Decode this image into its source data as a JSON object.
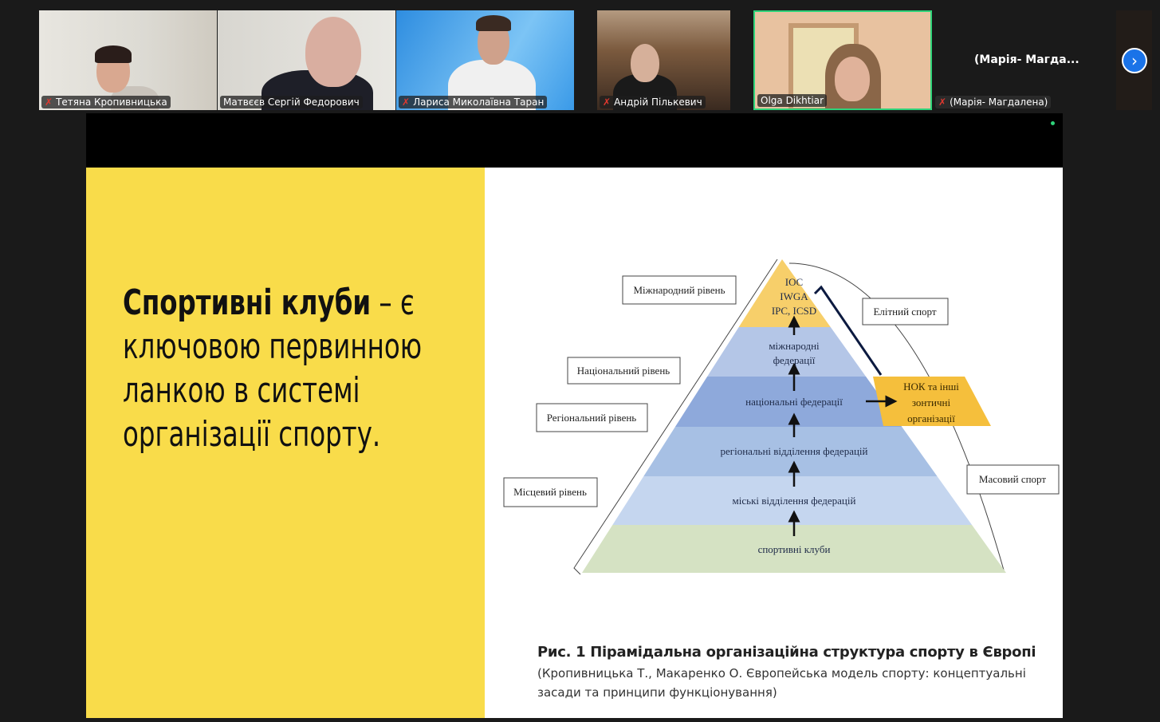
{
  "participants": [
    {
      "name": "Тетяна Кропивницька",
      "muted": true
    },
    {
      "name": "Матвєєв Сергій Федорович",
      "muted": false
    },
    {
      "name": "Лариса Миколаївна Таран",
      "muted": true
    },
    {
      "name": "Андрій Пількевич",
      "muted": true
    },
    {
      "name": "Olga Dikhtiar",
      "muted": false,
      "active_speaker": true
    },
    {
      "name": "(Марія- Магдалена)",
      "display": "(Марія-  Магда...",
      "muted": true
    }
  ],
  "next_page_icon": "chevron-right-icon",
  "colors": {
    "accent": "#f9dc4a",
    "active_border": "#2fd37a",
    "next_button": "#1a73e8"
  },
  "slide": {
    "headline_bold": "Спортивні клуби",
    "headline_rest": " – є ключовою первинною ланкою в системі організації спорту.",
    "diagram": {
      "levels": [
        "Міжнародний рівень",
        "Національний рівень",
        "Регіональний рівень",
        "Місцевий рівень"
      ],
      "tiers": {
        "top": [
          "IOC",
          "IWGA",
          "IPC, ICSD"
        ],
        "intl": [
          "міжнародні",
          "федерації"
        ],
        "national": "національні федерації",
        "regional": "регіональні відділення федерацій",
        "city": "міські відділення федерацій",
        "clubs": "спортивні клуби"
      },
      "noc": [
        "НОК та інші",
        "зонтичні",
        "організації"
      ],
      "elite": "Елітний спорт",
      "mass": "Масовий спорт"
    },
    "caption_title": "Рис. 1 Пірамідальна організаційна структура спорту в Європі",
    "caption_source": "(Кропивницька Т., Макаренко О. Європейська модель спорту: концептуальні засади та принципи функціонування)"
  }
}
